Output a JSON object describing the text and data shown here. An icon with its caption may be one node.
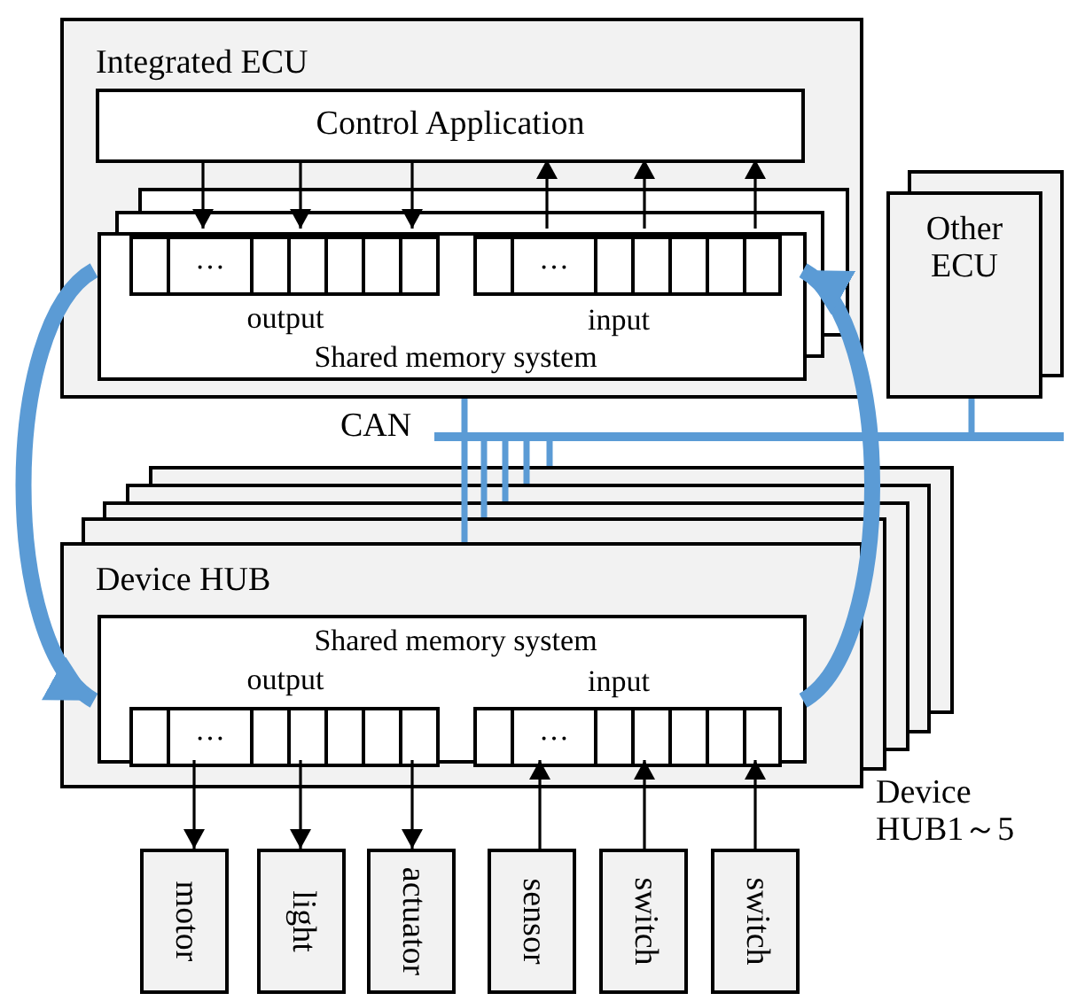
{
  "diagram": {
    "nodes": [
      {
        "text": [
          "Integrated ECU"
        ]
      },
      {
        "text": [
          "Control Application"
        ],
        "in": 0
      },
      {
        "text": [
          "output",
          "input",
          "Shared memory system"
        ],
        "in": 0
      },
      {
        "text": [],
        "shape": "box",
        "in": 2
      },
      {
        "text": [
          "…"
        ],
        "in": 2
      },
      {
        "text": [],
        "shape": "box",
        "in": 2
      },
      {
        "text": [],
        "shape": "box",
        "in": 2
      },
      {
        "text": [],
        "shape": "box",
        "in": 2
      },
      {
        "text": [],
        "shape": "box",
        "in": 2
      },
      {
        "text": [],
        "shape": "box",
        "in": 2
      },
      {
        "text": [],
        "shape": "box",
        "in": 2
      },
      {
        "text": [
          "…"
        ],
        "in": 2
      },
      {
        "text": [],
        "shape": "box",
        "in": 2
      },
      {
        "text": [],
        "shape": "box",
        "in": 2
      },
      {
        "text": [],
        "shape": "box",
        "in": 2
      },
      {
        "text": [],
        "shape": "box",
        "in": 2
      },
      {
        "text": [],
        "shape": "box",
        "in": 2
      },
      {
        "text": [
          "Other ECU"
        ]
      },
      {
        "text": [
          "CAN"
        ]
      },
      {
        "text": [
          "Device HUB"
        ],
        "beside": [
          "Device HUB1～5"
        ]
      },
      {
        "text": [
          "Shared memory system",
          "output",
          "input"
        ],
        "in": 19
      },
      {
        "text": [],
        "shape": "box",
        "in": 20
      },
      {
        "text": [
          "…"
        ],
        "in": 20
      },
      {
        "text": [],
        "shape": "box",
        "in": 20
      },
      {
        "text": [],
        "shape": "box",
        "in": 20
      },
      {
        "text": [],
        "shape": "box",
        "in": 20
      },
      {
        "text": [],
        "shape": "box",
        "in": 20
      },
      {
        "text": [],
        "shape": "box",
        "in": 20
      },
      {
        "text": [],
        "shape": "box",
        "in": 20
      },
      {
        "text": [
          "…"
        ],
        "in": 20
      },
      {
        "text": [],
        "shape": "box",
        "in": 20
      },
      {
        "text": [],
        "shape": "box",
        "in": 20
      },
      {
        "text": [],
        "shape": "box",
        "in": 20
      },
      {
        "text": [],
        "shape": "box",
        "in": 20
      },
      {
        "text": [],
        "shape": "box",
        "in": 20
      },
      {
        "text": [
          "motor"
        ]
      },
      {
        "text": [
          "light"
        ]
      },
      {
        "text": [
          "actuator"
        ]
      },
      {
        "text": [
          "sensor"
        ]
      },
      {
        "text": [
          "switch"
        ]
      },
      {
        "text": [
          "switch"
        ]
      }
    ],
    "edges": [
      {
        "from": 1,
        "to": 4,
        "arrow": "to"
      },
      {
        "from": 1,
        "to": 6,
        "arrow": "to"
      },
      {
        "from": 1,
        "to": 9,
        "arrow": "to"
      },
      {
        "from": 11,
        "to": 1,
        "arrow": "to"
      },
      {
        "from": 13,
        "to": 1,
        "arrow": "to"
      },
      {
        "from": 16,
        "to": 1,
        "arrow": "to"
      },
      {
        "from": 0,
        "to": 18,
        "arrow": "none",
        "style": "thick",
        "color": "#5b9bd5"
      },
      {
        "from": 17,
        "to": 18,
        "arrow": "none",
        "style": "thick",
        "color": "#5b9bd5"
      },
      {
        "from": 18,
        "to": null,
        "arrow": "none",
        "style": "thick",
        "color": "#5b9bd5"
      },
      {
        "from": 18,
        "to": null,
        "arrow": "none",
        "style": "thick",
        "color": "#5b9bd5"
      },
      {
        "from": 18,
        "to": null,
        "arrow": "none",
        "style": "thick",
        "color": "#5b9bd5"
      },
      {
        "from": 18,
        "to": null,
        "arrow": "none",
        "style": "thick",
        "color": "#5b9bd5"
      },
      {
        "from": 18,
        "to": 19,
        "arrow": "none",
        "style": "thick",
        "color": "#5b9bd5"
      },
      {
        "from": 2,
        "to": 20,
        "arrow": "to",
        "style": "thick",
        "color": "#5b9bd5"
      },
      {
        "from": 20,
        "to": 2,
        "arrow": "to",
        "style": "thick",
        "color": "#5b9bd5"
      },
      {
        "from": 22,
        "to": 35,
        "arrow": "to"
      },
      {
        "from": 24,
        "to": 36,
        "arrow": "to"
      },
      {
        "from": 27,
        "to": 37,
        "arrow": "to"
      },
      {
        "from": 38,
        "to": 29,
        "arrow": "to"
      },
      {
        "from": 39,
        "to": 31,
        "arrow": "to"
      },
      {
        "from": 40,
        "to": 34,
        "arrow": "to"
      }
    ]
  }
}
